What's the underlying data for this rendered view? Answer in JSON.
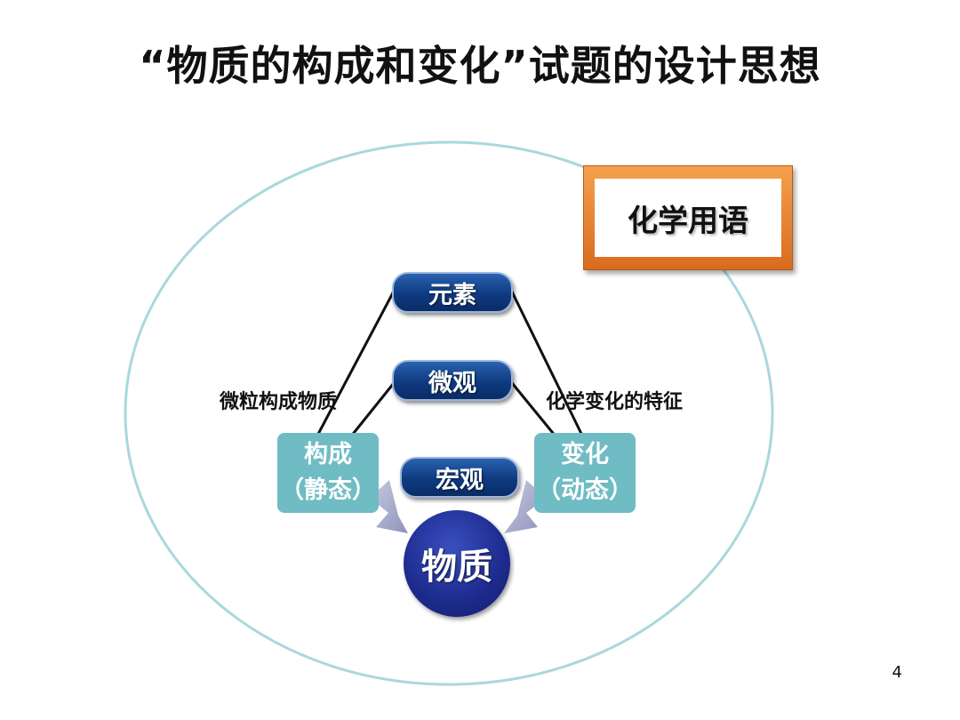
{
  "slide": {
    "title": "“物质的构成和变化”试题的设计思想",
    "page_number": "4"
  },
  "diagram": {
    "outer_box": "化学用语",
    "pills": {
      "top": "元素",
      "middle": "微观",
      "bottom": "宏观"
    },
    "left_box": {
      "line1": "构成",
      "line2": "（静态）"
    },
    "right_box": {
      "line1": "变化",
      "line2": "（动态）"
    },
    "center": "物质",
    "left_label": "微粒构成物质",
    "right_label": "化学变化的特征"
  },
  "colors": {
    "outer_circle": "#a9d8dc",
    "pill_blue": "#0f3a80",
    "teal_box": "#6fbcc4",
    "center_circle": "#1c2a8c",
    "orange_frame": "#e07a2a",
    "arrow": "#9a9ec2"
  }
}
